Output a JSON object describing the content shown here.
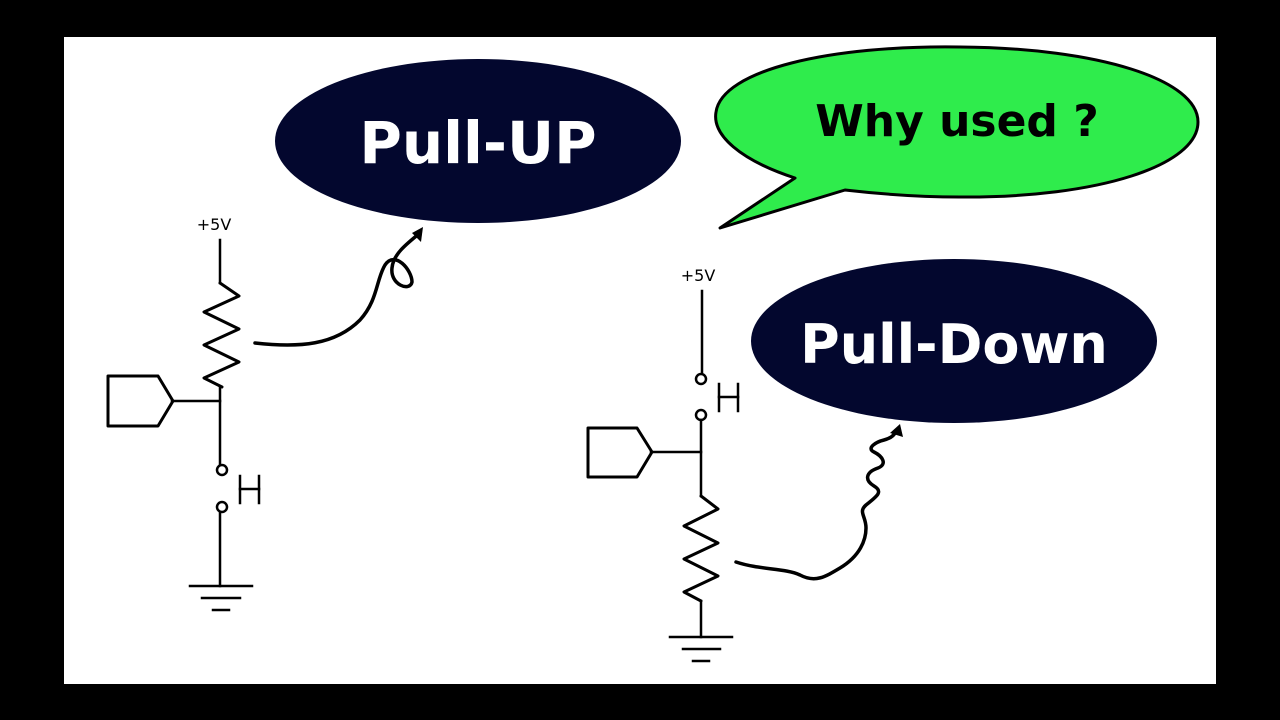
{
  "labels": {
    "pull_up": "Pull-UP",
    "pull_down": "Pull-Down",
    "question": "Why used ?"
  },
  "circuit_left": {
    "supply": "+5V"
  },
  "circuit_right": {
    "supply": "+5V"
  },
  "colors": {
    "frame": "#000000",
    "panel": "#ffffff",
    "label_ellipse": "#03072e",
    "label_text": "#ffffff",
    "speech_bubble": "#2fec4c",
    "ink": "#000000"
  },
  "icons": {
    "resistor": "resistor-zigzag",
    "push_button": "push-button-switch",
    "ground": "ground-symbol",
    "input_pin": "pentagon-connector",
    "arrow": "squiggle-arrow"
  }
}
